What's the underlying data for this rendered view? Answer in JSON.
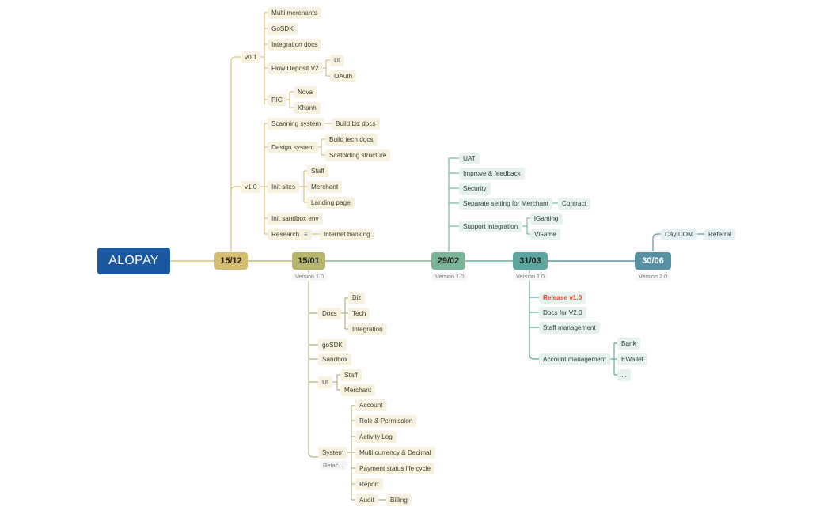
{
  "root": {
    "label": "ALOPAY",
    "color": "#1c58a0"
  },
  "milestones": {
    "m1512": {
      "label": "15/12"
    },
    "m1501": {
      "label": "15/01",
      "version": "Version 1.0"
    },
    "m2902": {
      "label": "29/02",
      "version": "Version 1.0"
    },
    "m3103": {
      "label": "31/03",
      "version": "Version 1.0"
    },
    "m3006": {
      "label": "30/06",
      "version": "Version 2.0"
    }
  },
  "v01": {
    "label": "v0.1",
    "items": {
      "multi_merchants": "Multi merchants",
      "gosdk": "GoSDK",
      "integration_docs": "Integration docs",
      "flow_deposit": "Flow Deposit V2",
      "ui": "UI",
      "oauth": "OAuth",
      "pic": "PIC",
      "nova": "Nova",
      "khanh": "Khanh"
    }
  },
  "v10": {
    "label": "v1.0",
    "items": {
      "scanning": "Scanning system",
      "build_biz_docs": "Build biz docs",
      "design": "Design system",
      "build_tech_docs": "Build tech docs",
      "scaffolding": "Scafolding structure",
      "init_sites": "Init sites",
      "staff": "Staff",
      "merchant": "Merchant",
      "landing": "Landing page",
      "sandbox_env": "Init sandbox env",
      "research": "Research",
      "internet_banking": "Internet banking"
    }
  },
  "jan": {
    "docs": "Docs",
    "biz": "Biz",
    "tech": "Tech",
    "integration": "Integration",
    "gosdk": "goSDK",
    "sandbox": "Sandbox",
    "ui": "UI",
    "staff": "Staff",
    "merchant": "Merchant",
    "system": "System",
    "system_note": "Refac...",
    "account": "Account",
    "role": "Role & Permission",
    "activity": "Activity Log",
    "multi_currency": "Multi currency & Decimal",
    "payment_status": "Payment status life cycle",
    "report": "Report",
    "audit": "Audit",
    "billing": "Billing"
  },
  "feb": {
    "uat": "UAT",
    "improve": "Improve & feedback",
    "security": "Security",
    "separate": "Separate setting for Merchant",
    "contract": "Contract",
    "support": "Support integration",
    "igaming": "iGaming",
    "vgame": "VGame"
  },
  "mar": {
    "release": "Release v1.0",
    "docs_v2": "Docs for V2.0",
    "staff_mgmt": "Staff management",
    "account_mgmt": "Account management",
    "bank": "Bank",
    "ewallet": "EWallet",
    "more": "..."
  },
  "jun": {
    "cay_com": "Cây COM",
    "referral": "Referral"
  },
  "colors": {
    "gold": "#cfb66c",
    "olive": "#a5ab6c",
    "green": "#72ae92",
    "teal": "#5aa39c",
    "blue": "#4f8ea2",
    "highlight": "#e5452a"
  }
}
